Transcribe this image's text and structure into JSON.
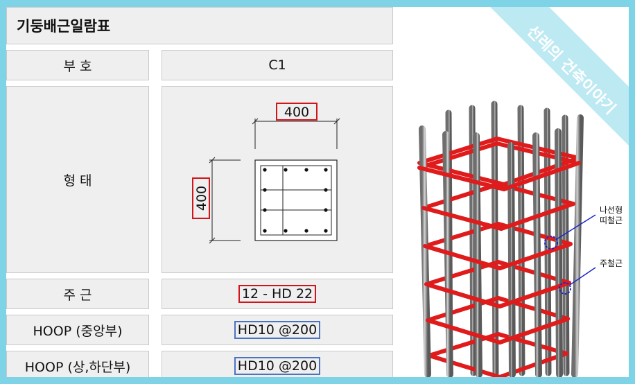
{
  "table": {
    "title": "기둥배근일람표",
    "rows": {
      "symbol": {
        "label": "부 호",
        "value": "C1"
      },
      "shape": {
        "label": "형 태"
      },
      "main_bar": {
        "label": "주 근",
        "value": "12 - HD 22"
      },
      "hoop_mid": {
        "label": "HOOP (중앙부)",
        "value": "HD10 @200"
      },
      "hoop_end": {
        "label": "HOOP (상,하단부)",
        "value": "HD10 @200"
      }
    }
  },
  "section": {
    "width_dim": "400",
    "height_dim": "400"
  },
  "illustration": {
    "watermark": "선레의 건축이야기",
    "label_spiral_1": "나선형",
    "label_spiral_2": "띠철근",
    "label_main": "주철근"
  },
  "colors": {
    "border": "#7fd3e6",
    "cell_bg": "#efefef",
    "rebar_red": "#e01b1b",
    "dim_red": "#d2141b",
    "dim_blue": "#4a73c4",
    "leader_blue": "#1c24c9"
  }
}
